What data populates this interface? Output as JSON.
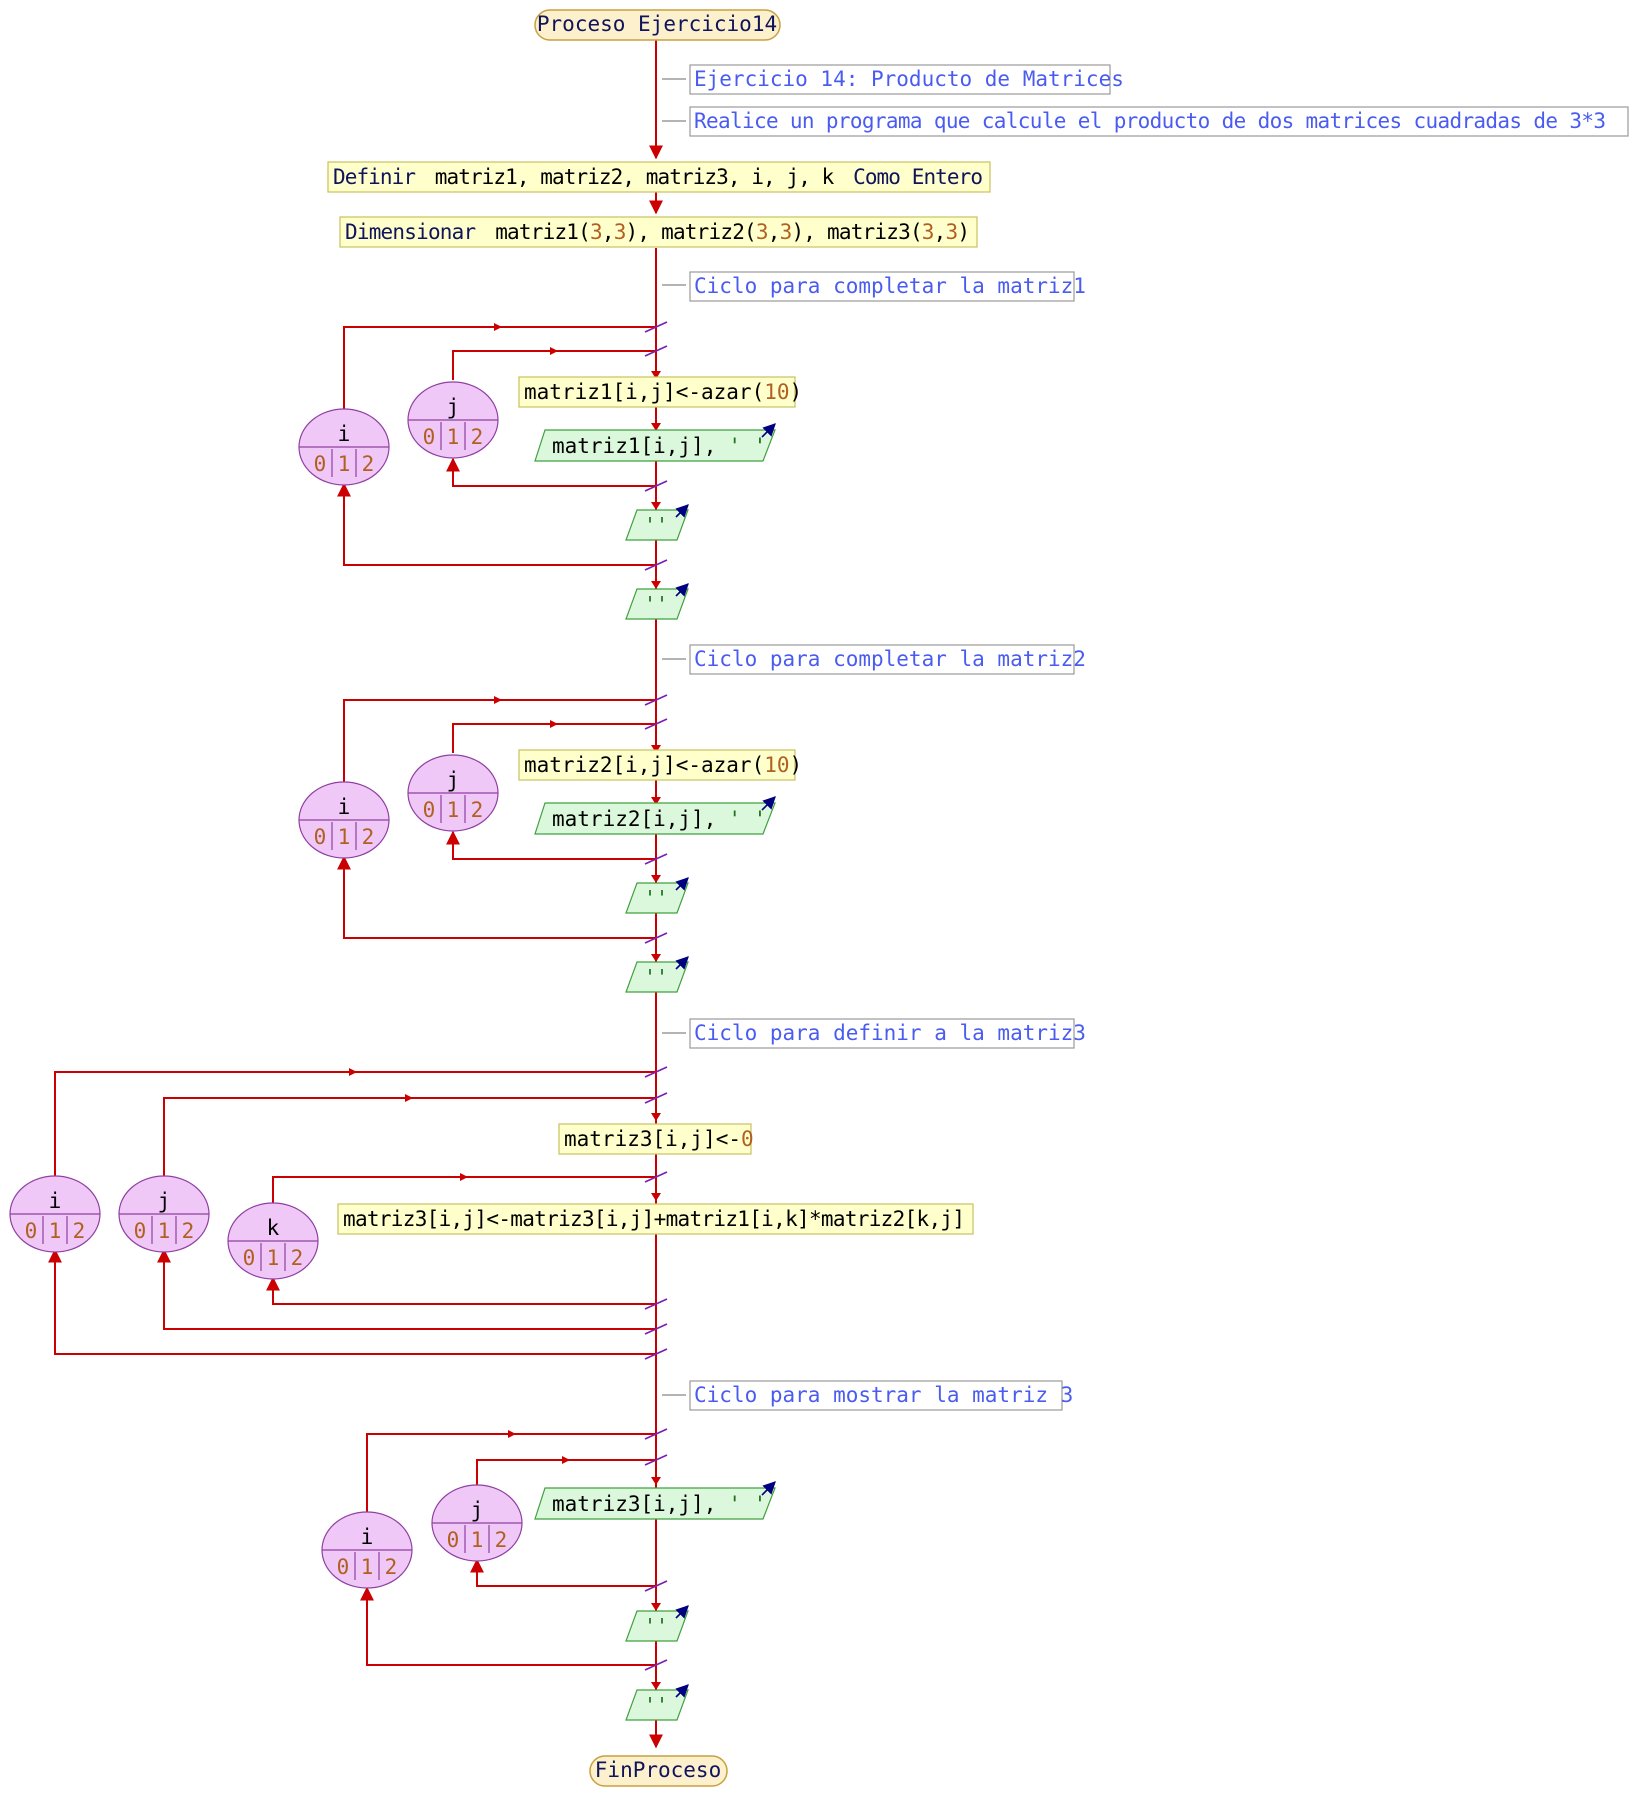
{
  "title": "Proceso Ejercicio14",
  "end": "FinProceso",
  "comments": {
    "c1": "Ejercicio 14: Producto de Matrices",
    "c2": "Realice un programa que calcule el producto de dos matrices cuadradas de 3*3",
    "c3": "Ciclo para completar la matriz1",
    "c4": "Ciclo para completar la matriz2",
    "c5": "Ciclo para definir a la matriz3",
    "c6": "Ciclo para mostrar la matriz 3"
  },
  "definir": {
    "kw": "Definir",
    "vars": "matriz1, matriz2, matriz3, i, j, k",
    "como": "Como Entero"
  },
  "dimensionar": {
    "kw": "Dimensionar",
    "m1": "matriz1(",
    "m2": "), matriz2(",
    "m3": "), matriz3(",
    "close": ")",
    "dims": [
      "3",
      "3"
    ]
  },
  "assign1": {
    "lhs": "matriz1[i,j]<-azar(",
    "arg": "10",
    "close": ")"
  },
  "assign2": {
    "lhs": "matriz2[i,j]<-azar(",
    "arg": "10",
    "close": ")"
  },
  "assign3": {
    "lhs": "matriz3[i,j]<-",
    "val": "0"
  },
  "assign4": "matriz3[i,j]<-matriz3[i,j]+matriz1[i,k]*matriz2[k,j]",
  "write1": {
    "expr": "matriz1[i,j],",
    "str": "' '"
  },
  "write2": {
    "expr": "matriz2[i,j],",
    "str": "' '"
  },
  "write3": {
    "expr": "matriz3[i,j],",
    "str": "' '"
  },
  "empty_string": "''",
  "loop_vars": {
    "i": "i",
    "j": "j",
    "k": "k"
  },
  "loop_range": [
    "0",
    "1",
    "2"
  ]
}
